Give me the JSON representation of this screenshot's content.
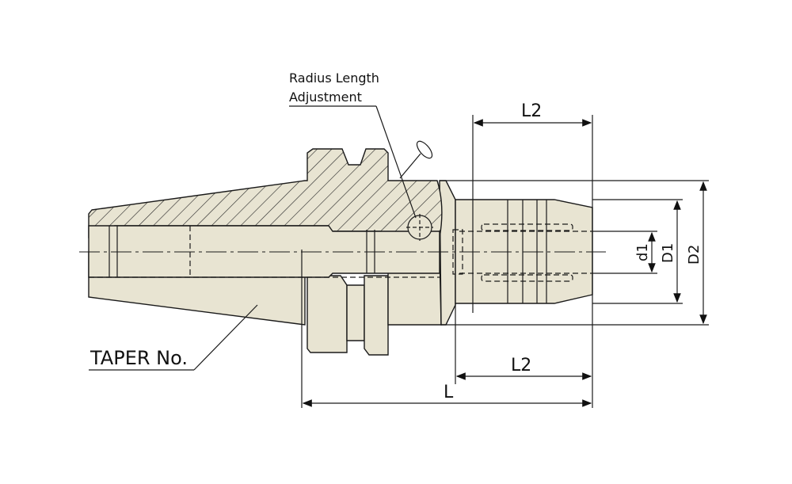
{
  "labels": {
    "radius_line1": "Radius Length",
    "radius_line2": "Adjustment",
    "taper": "TAPER No.",
    "l2_top": "L2",
    "l2_bottom": "L2",
    "l": "L",
    "d1": "d1",
    "D1": "D1",
    "D2": "D2"
  },
  "colors": {
    "body_fill": "#e8e4d2",
    "line": "#1a1a1a"
  }
}
